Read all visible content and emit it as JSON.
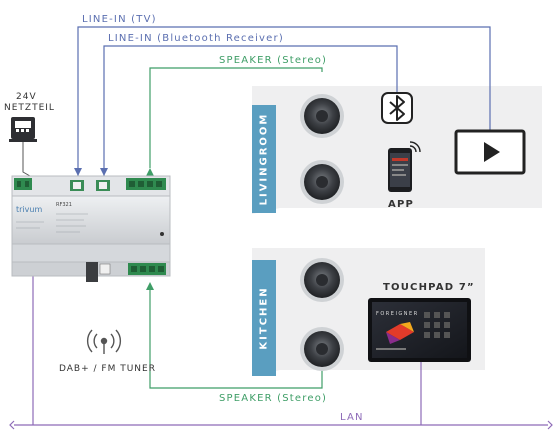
{
  "labels": {
    "line_in_tv": "LINE-IN",
    "line_in_tv_sub": "(TV)",
    "line_in_bt": "LINE-IN",
    "line_in_bt_sub": "(Bluetooth Receiver)",
    "speaker_top": "SPEAKER",
    "speaker_top_sub": "(Stereo)",
    "speaker_bottom": "SPEAKER",
    "speaker_bottom_sub": "(Stereo)",
    "psu_line1": "24V",
    "psu_line2": "NETZTEIL",
    "app": "APP",
    "touchpad": "TOUCHPAD 7”",
    "tuner": "DAB+ / FM TUNER",
    "lan": "LAN"
  },
  "rooms": {
    "living": "LIVINGROOM",
    "kitchen": "KITCHEN"
  },
  "device": {
    "brand": "trivum",
    "model": "RF321"
  },
  "touchpad_screen": {
    "artist": "FOREIGNER"
  },
  "colors": {
    "blue": "#5b6fb0",
    "green": "#3f9e67",
    "purple": "#8e6bb8",
    "room_tag": "#5a9ec0",
    "room_bg": "#efeff0"
  },
  "icons": [
    "power-supply-icon",
    "bluetooth-icon",
    "smartphone-icon",
    "tv-icon",
    "speaker-icon",
    "tuner-icon",
    "touchpad-icon"
  ]
}
